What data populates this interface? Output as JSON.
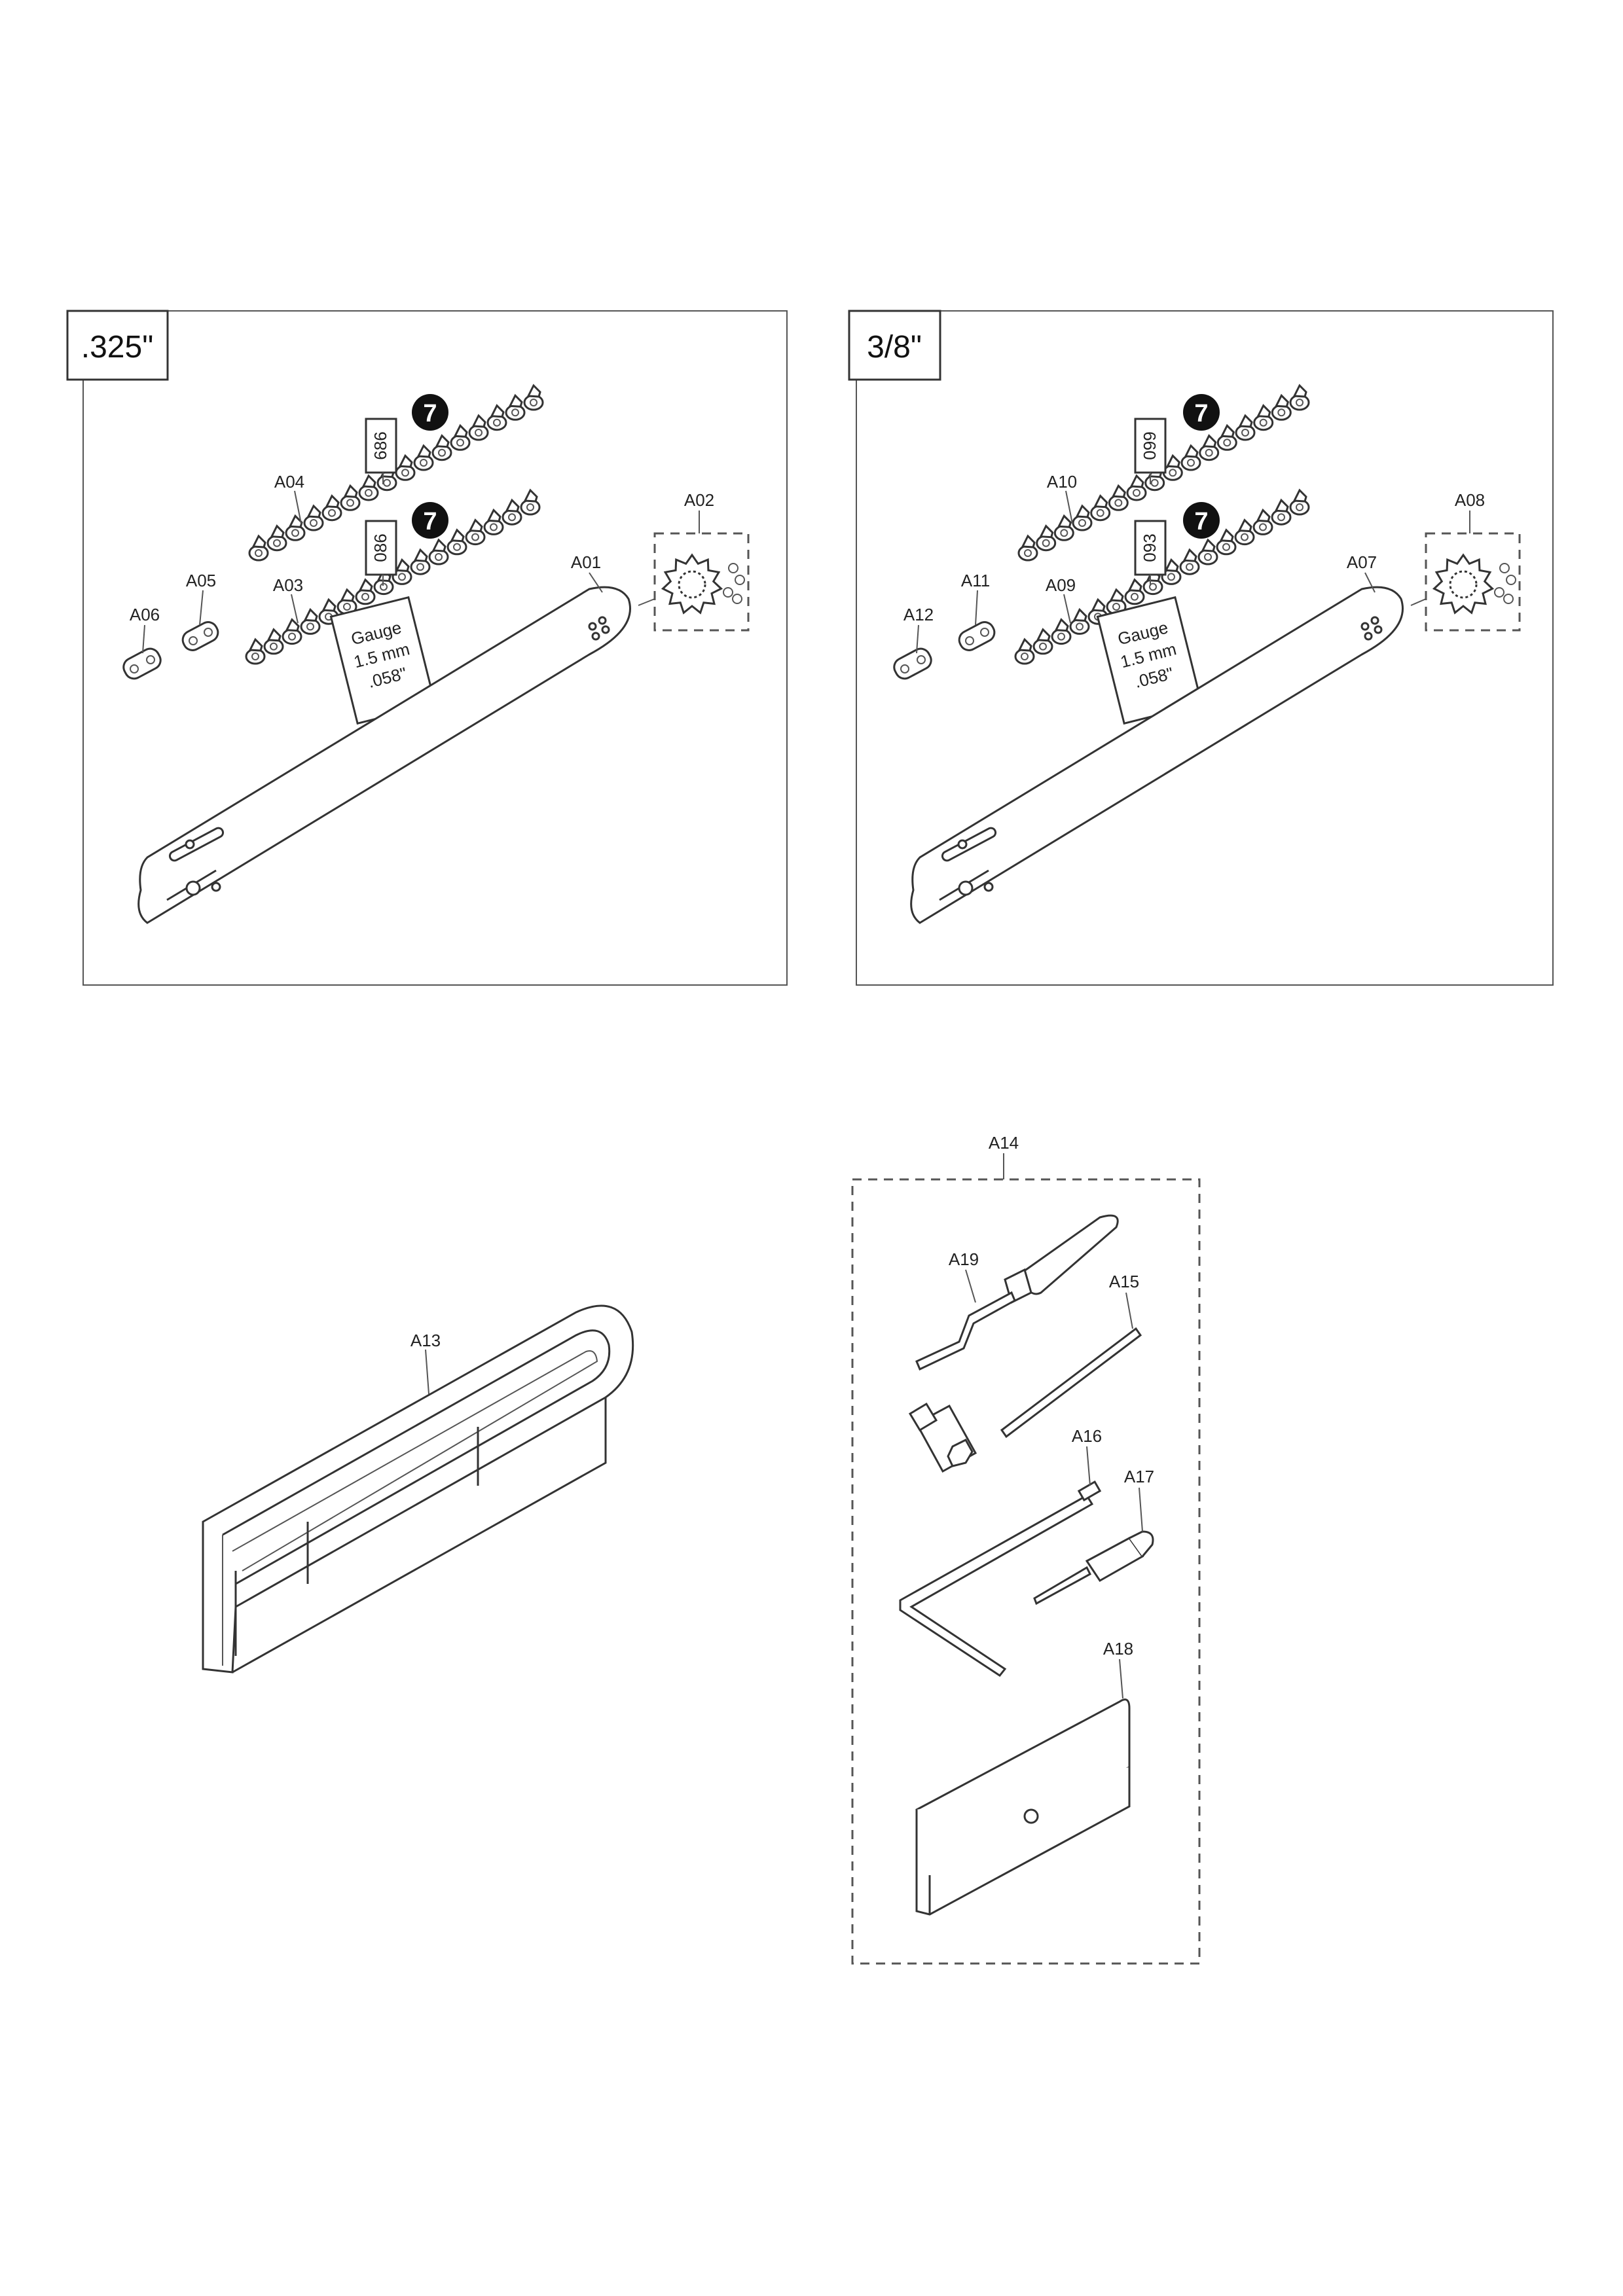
{
  "panels": {
    "left": {
      "title": ".325\"",
      "chain_top_code": "686",
      "chain_bottom_code": "086",
      "icon_number": "7",
      "gauge": [
        "Gauge",
        "1.5 mm",
        ".058\""
      ],
      "labels": {
        "chain_top": "A04",
        "chain_bottom": "A03",
        "link_a": "A06",
        "link_b": "A05",
        "bar": "A01",
        "sprocket": "A02"
      }
    },
    "right": {
      "title": "3/8\"",
      "chain_top_code": "099",
      "chain_bottom_code": "093",
      "icon_number": "7",
      "gauge": [
        "Gauge",
        "1.5 mm",
        ".058\""
      ],
      "labels": {
        "chain_top": "A10",
        "chain_bottom": "A09",
        "link_a": "A12",
        "link_b": "A11",
        "bar": "A07",
        "sprocket": "A08"
      }
    }
  },
  "bar_cover": {
    "label": "A13"
  },
  "tool_kit": {
    "label": "A14",
    "items": {
      "file_handle": "A19",
      "file": "A15",
      "spanner": "A16",
      "screwdriver": "A17",
      "case": "A18"
    }
  }
}
